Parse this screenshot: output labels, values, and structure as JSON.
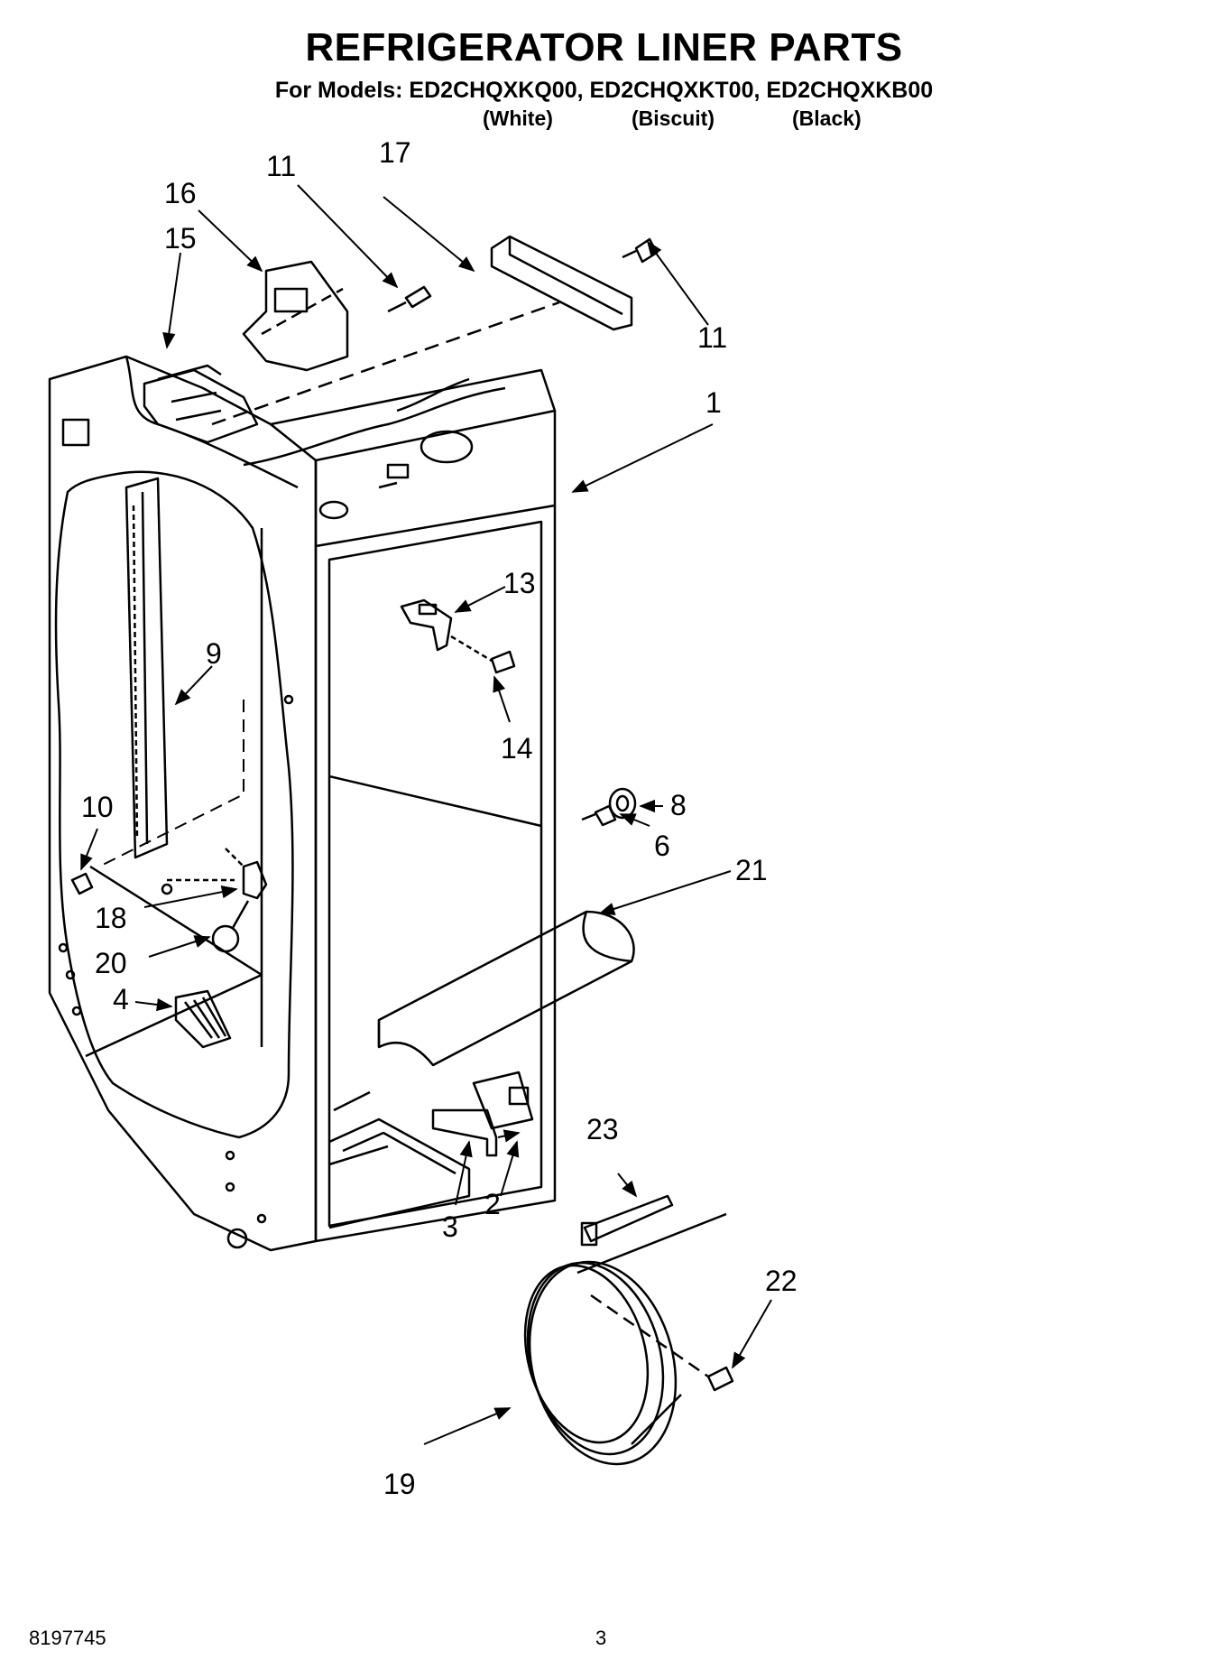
{
  "header": {
    "title": "REFRIGERATOR LINER PARTS",
    "models": "For Models: ED2CHQXKQ00, ED2CHQXKT00, ED2CHQXKB00",
    "variants": [
      "(White)",
      "(Biscuit)",
      "(Black)"
    ]
  },
  "callouts": {
    "c1": "1",
    "c2": "2",
    "c3": "3",
    "c4": "4",
    "c6": "6",
    "c8": "8",
    "c9": "9",
    "c10": "10",
    "c11a": "11",
    "c11b": "11",
    "c13": "13",
    "c14": "14",
    "c15": "15",
    "c16": "16",
    "c17": "17",
    "c18": "18",
    "c19": "19",
    "c20": "20",
    "c21": "21",
    "c22": "22",
    "c23": "23"
  },
  "footer": {
    "doc_number": "8197745",
    "page_number": "3"
  }
}
